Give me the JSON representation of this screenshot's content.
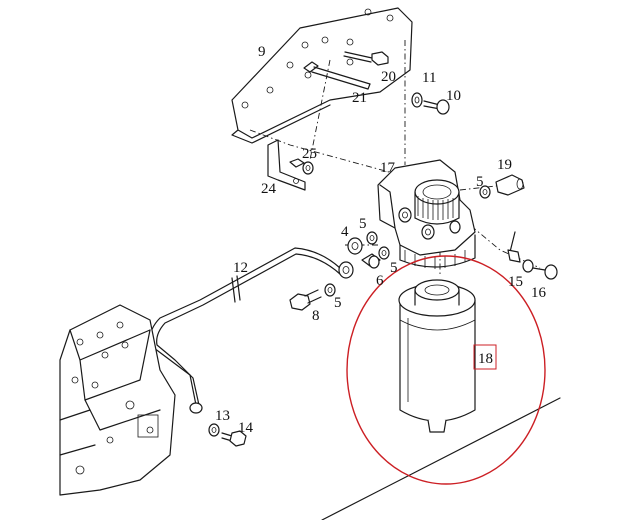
{
  "diagram": {
    "highlight_color": "#cc1f24",
    "highlighted_part": "18",
    "labels": {
      "p4": "4",
      "p5a": "5",
      "p5b": "5",
      "p5c": "5",
      "p5d": "5",
      "p6": "6",
      "p8": "8",
      "p9": "9",
      "p10": "10",
      "p11": "11",
      "p12": "12",
      "p13": "13",
      "p14": "14",
      "p15": "15",
      "p16": "16",
      "p17": "17",
      "p18": "18",
      "p19": "19",
      "p20": "20",
      "p21": "21",
      "p24": "24",
      "p25": "25"
    }
  }
}
